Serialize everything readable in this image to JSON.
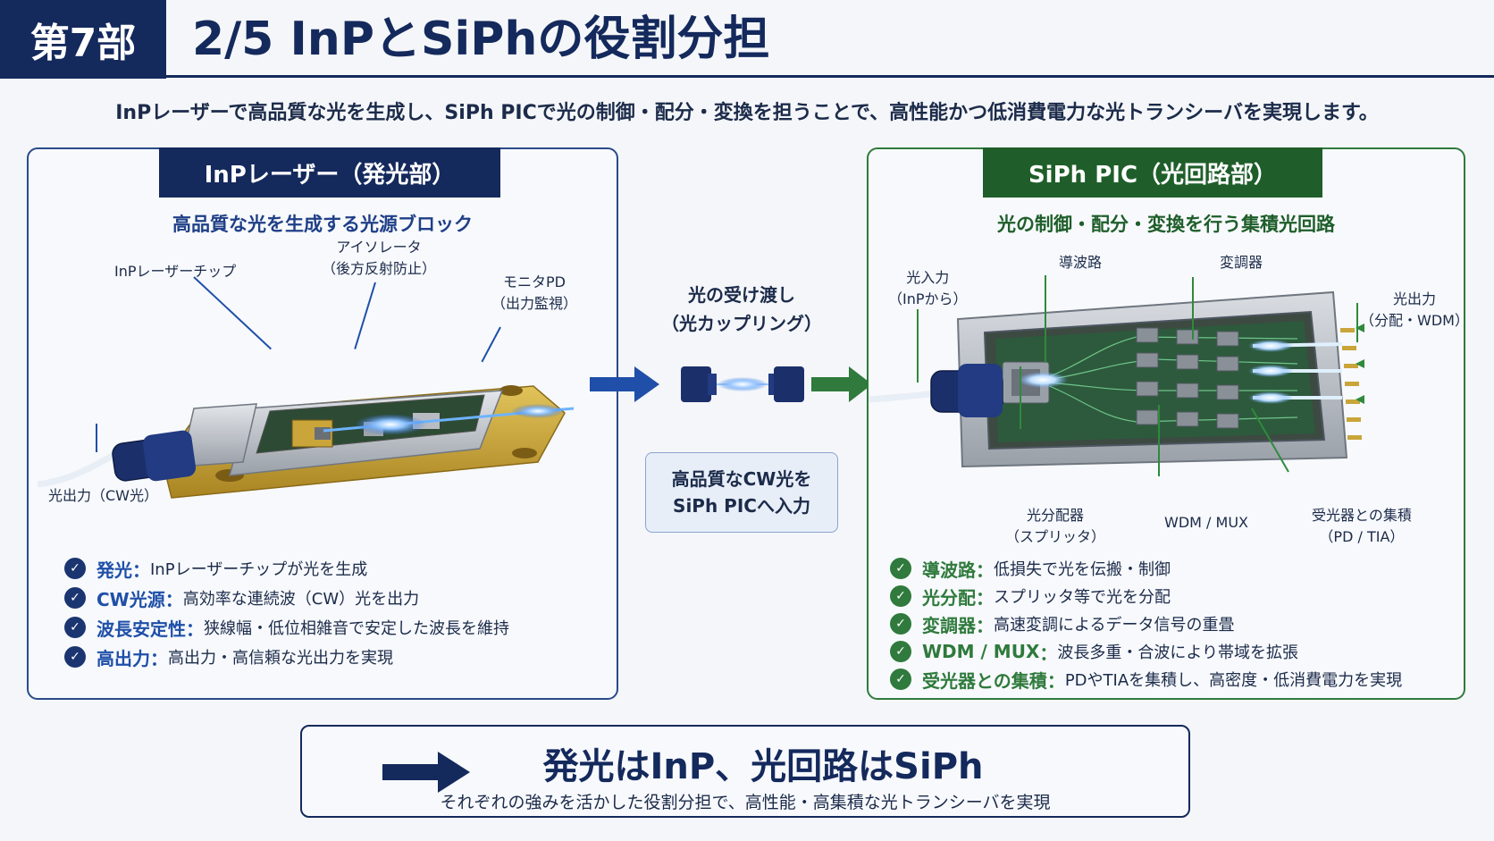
{
  "header": {
    "part": "第7部",
    "title": "2/5 InPとSiPhの役割分担"
  },
  "lead": "InPレーザーで高品質な光を生成し、SiPh PICで光の制御・配分・変換を担うことで、高性能かつ低消費電力な光トランシーバを実現します。",
  "left": {
    "tab": "InPレーザー（発光部）",
    "subtitle": "高品質な光を生成する光源ブロック",
    "callouts": {
      "chip": "InPレーザーチップ",
      "isolator1": "アイソレータ",
      "isolator2": "（後方反射防止）",
      "monitor1": "モニタPD",
      "monitor2": "（出力監視）",
      "output": "光出力（CW光）"
    },
    "features": [
      {
        "key": "発光",
        "sep": "：",
        "text": "InPレーザーチップが光を生成"
      },
      {
        "key": "CW光源",
        "sep": "：",
        "text": "高効率な連続波（CW）光を出力"
      },
      {
        "key": "波長安定性",
        "sep": "：",
        "text": "狭線幅・低位相雑音で安定した波長を維持"
      },
      {
        "key": "高出力",
        "sep": "：",
        "text": "高出力・高信頼な光出力を実現"
      }
    ]
  },
  "middle": {
    "title1": "光の受け渡し",
    "title2": "（光カップリング）",
    "box1": "高品質なCW光を",
    "box2": "SiPh PICへ入力"
  },
  "right": {
    "tab": "SiPh PIC（光回路部）",
    "subtitle": "光の制御・配分・変換を行う集積光回路",
    "callouts": {
      "input1": "光入力",
      "input2": "（InPから）",
      "waveguide": "導波路",
      "modulator": "変調器",
      "output1": "光出力",
      "output2": "（分配・WDM）",
      "splitter1": "光分配器",
      "splitter2": "（スプリッタ）",
      "wdm": "WDM / MUX",
      "rx1": "受光器との集積",
      "rx2": "（PD / TIA）"
    },
    "features": [
      {
        "key": "導波路",
        "sep": "：",
        "text": "低損失で光を伝搬・制御"
      },
      {
        "key": "光分配",
        "sep": "：",
        "text": "スプリッタ等で光を分配"
      },
      {
        "key": "変調器",
        "sep": "：",
        "text": "高速変調によるデータ信号の重畳"
      },
      {
        "key": "WDM / MUX",
        "sep": "：",
        "text": "波長多重・合波により帯域を拡張"
      },
      {
        "key": "受光器との集積",
        "sep": "：",
        "text": "PDやTIAを集積し、高密度・低消費電力を実現"
      }
    ]
  },
  "summary": {
    "main": "発光はInP、光回路はSiPh",
    "sub": "それぞれの強みを活かした役割分担で、高性能・高集積な光トランシーバを実現"
  },
  "icons": {
    "check": "check-circle-icon",
    "arrow": "arrow-right-icon"
  },
  "colors": {
    "navy": "#14295c",
    "blue": "#1f4fa8",
    "green": "#2f7a3c",
    "gold": "#c9a53a"
  }
}
